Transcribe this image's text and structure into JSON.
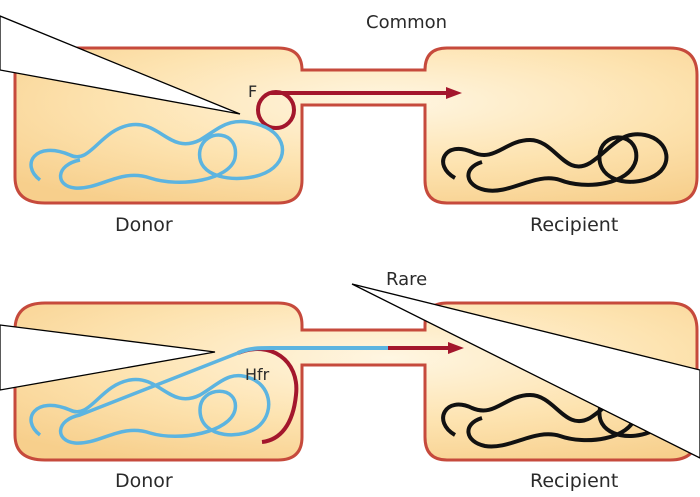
{
  "top_panel": {
    "label": "Common",
    "plasmid_label": "F",
    "donor_label": "Donor",
    "recipient_label": "Recipient"
  },
  "bottom_panel": {
    "label": "Rare",
    "plasmid_label": "Hfr",
    "donor_label": "Donor",
    "recipient_label": "Recipient"
  },
  "colors": {
    "cell_fill": "#fbdca0",
    "cell_stroke": "#c64a3c",
    "plasmid": "#a3162c",
    "donor_chromosome": "#5cb4e0",
    "recipient_chromosome": "#111111"
  }
}
